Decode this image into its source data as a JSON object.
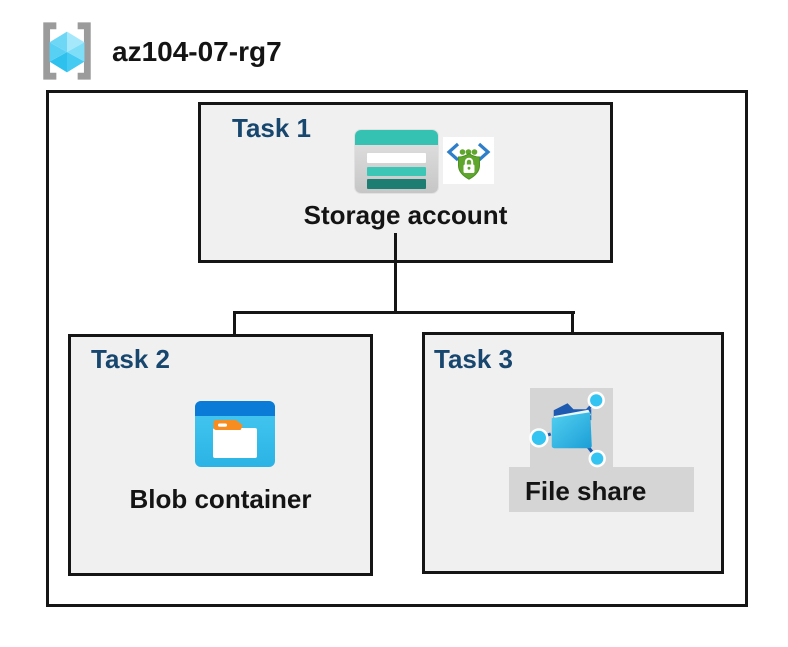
{
  "title": {
    "resource_group": "az104-07-rg7"
  },
  "tasks": [
    {
      "label": "Task 1",
      "resource": "Storage account"
    },
    {
      "label": "Task 2",
      "resource": "Blob container"
    },
    {
      "label": "Task 3",
      "resource": "File share"
    }
  ],
  "icons": {
    "resource_group": "resource-group-icon",
    "storage_account": "storage-account-icon",
    "sas_lock": "sas-lock-icon",
    "blob_container": "blob-container-icon",
    "file_share": "file-share-icon"
  },
  "colors": {
    "task_label_navy": "#17466e",
    "text_black": "#141414",
    "box_fill_gray": "#f0f0f0",
    "file_share_plate_gray": "#d5d5d5",
    "storage_teal": "#35c2b2",
    "storage_dark_teal": "#1e7d73",
    "blob_header_blue": "#0b7bd8",
    "blob_body_blue": "#36c0ec",
    "blob_tab_orange": "#f78d20",
    "sas_bracket_blue": "#2f7ec9",
    "sas_green": "#5ea62c",
    "file_share_dark_blue": "#1d5ab0",
    "file_share_cyan": "#33c4f1",
    "cube_blue": "#58d0f4",
    "bracket_gray": "#9b9b9b"
  }
}
